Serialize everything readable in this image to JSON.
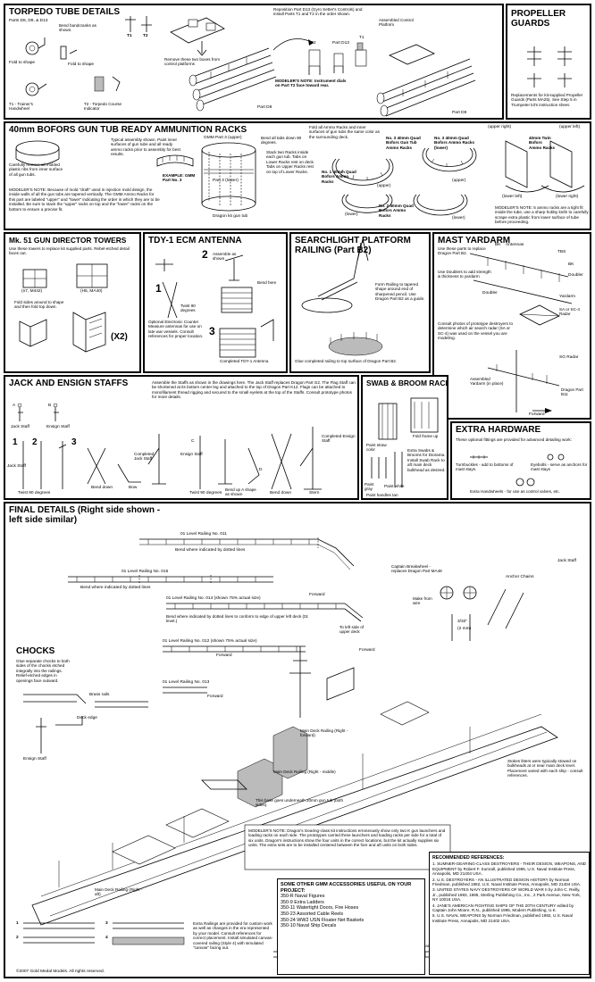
{
  "torpedo": {
    "title": "TORPEDO TUBE DETAILS",
    "subtitle": "Parts D8, D9, & D13",
    "bend_handcranks": "Bend handcranks as shown.",
    "fold_to_shape": "Fold to shape",
    "fold_to_shape_2": "Fold to shape",
    "t1": "T1",
    "t2": "T2",
    "t1_caption": "T1 - Trainer's Handwheel",
    "t2_caption": "T2 - Torpedo Course Indicator",
    "remove_note": "Remove these two boxes from control platforms",
    "reposition_note": "Reposition Part D13 (Gyro Setter's Controls) and install Parts T1 and T2 in the order shown.",
    "part_d13": "Part D13",
    "t2b": "T2",
    "t1b": "T1",
    "assembled_platform": "Assembled Control Platform",
    "modelers_note": "MODELER'S NOTE: Instrument dials on Part T2 face toward rear.",
    "part_d8": "Part D8",
    "part_d9": "Part D9"
  },
  "propeller": {
    "title": "PROPELLER GUARDS",
    "note": "Replacements for kit-supplied Propeller Guards (Parts MA25). See Step 5 in Trumpeter kit's instruction sheet."
  },
  "bofors": {
    "title": "40mm BOFORS GUN TUB READY AMMUNITION RACKS",
    "remove_ribs": "Carefully remove all molded plastic ribs from inner surface of all gun tubs.",
    "typical": "Typical assembly shown. Paint inner surfaces of gun tube and all ready ammo racks prior to assembly for best results.",
    "gmm_part3": "GMM Part 3 (upper)",
    "bend_all": "Bend all tabs down 90 degrees.",
    "part3_lower": "Part 3 (lower)",
    "example": "EXAMPLE: GMM Part No. 3",
    "dragon_gun_tub": "Dragon kit gun tub",
    "modelers_note": "MODELER'S NOTE: Because of mold \"draft\" used in injection mold design, the inside walls of all the gun tubs are tapered vertically. The GMM Ammo Racks for this part are labeled \"upper\" and \"lower\" indicating the order in which they are to be installed. Be sure to stack the \"upper\" racks on top and the \"lower\" racks on the bottom to ensure a precise fit.",
    "stack_two": "Stack two Racks inside each gun tub. Tabs on Lower Racks rest on deck. Tabs on Upper Racks rest on top of Lower Racks.",
    "fold_all": "Fold all Ammo Racks and inner surfaces of gun tubs the same color as the surrounding deck.",
    "no3a": "No. 3 40mm Quad Bofors Gun Tub Ammo Racks",
    "no3b": "No. 3 40mm Quad Bofors Ammo Racks (lower)",
    "no1": "No. 1 40mm Quad Bofors Ammo Racks",
    "no2": "No. 2 40mm Quad Bofors Ammo Racks",
    "upper": "(upper)",
    "upper2": "(upper)",
    "lower": "(lower)",
    "lower2": "(lower)",
    "upper_right": "(upper right)",
    "upper_left": "(upper left)",
    "twin": "40mm Twin Bofors Ammo Racks",
    "lower_left": "(lower left)",
    "lower_right": "(lower right)",
    "right_note": "MODELER'S NOTE: 5 ammo racks are a tight fit inside the tube, use a sharp hobby knife to carefully scrape extra plastic from lower surface of tube before proceeding."
  },
  "mk51": {
    "title": "Mk. 51 GUN DIRECTOR TOWERS",
    "note": "Use these towers to replace kit supplied parts. Rebel-etched detail faces out.",
    "n7": "(n7, M442)",
    "h5": "(H5, MA40)",
    "fold": "Fold sides around to shape and then fold top down.",
    "x2": "(X2)"
  },
  "tdy": {
    "title": "TDY-1 ECM ANTENNA",
    "n1": "1",
    "n2": "2",
    "n3": "3",
    "assemble": "Assemble as shown",
    "twist": "Twist 90 degrees",
    "bend_here": "Bend here",
    "optional": "Optional Electronic Counter Measure antennas for use on late war vessels. Consult references for proper location.",
    "completed": "Completed TDY-1 Antenna"
  },
  "searchlight": {
    "title": "SEARCHLIGHT PLATFORM RAILING (Part B2)",
    "form": "Form Railing to tapered shape around end of sharpened pencil. Use Dragon Part B2 as a guide.",
    "glue": "Glue completed railing to top surface of Dragon Part B2."
  },
  "mast": {
    "title": "MAST YARDARM",
    "use": "Use these parts to replace Dragon Part B2.",
    "bk1": "BK",
    "antennas": "Antennas",
    "tbs": "TBS",
    "bk2": "BK",
    "doubler": "Doubler",
    "use_doublers": "Use Doublers to add strength & thickness to yardarm",
    "doubler2": "Doubler",
    "yardarm": "Yardarm",
    "sa_radar": "SA or SC-4 Radar",
    "consult": "Consult photos of prototype destroyers to determine which air search radar (SA or SC-4) was used on the vessel you are modeling.",
    "sg": "SG Radar",
    "assembled": "Assembled Yardarm (in place)",
    "dragon_b11": "Dragon Part B11",
    "forward": "Forward"
  },
  "jack": {
    "title": "JACK AND ENSIGN STAFFS",
    "desc": "Assemble the Staffs as shown in the drawings here. The Jack Staff replaces Dragon Part G2. The Flag Staff can be shortened at its bottom center leg and attached to the top of Dragon Part K12. Flags can be attached to monofilament thread rigging and secured to the small eyelets at the top of the Staffs. Consult prototype photos for more details.",
    "jack_staff": "Jack Staff",
    "ensign_staff": "Ensign Staff",
    "twist": "Twist 90 degrees",
    "bend_down": "Bend down",
    "bow": "Bow",
    "completed_jack": "Completed Jack Staff",
    "ensign2": "Ensign Staff",
    "twist2": "Twist 90 degrees",
    "bend_up": "Bend up A shape as shown",
    "bend_down2": "Bend down",
    "stern": "Stern",
    "completed_ensign": "Completed Ensign Staff",
    "a": "A",
    "b": "B",
    "c": "C",
    "d": "D",
    "n1": "1",
    "n2": "2",
    "n3": "3"
  },
  "swab": {
    "title": "SWAB & BROOM RACK",
    "straw": "Paint straw color",
    "fold": "Fold frame up",
    "gray": "Paint gray",
    "white": "Paint white",
    "extra": "Extra Swabs & Brooms for Diorama. Install Swab Rack to aft main deck bulkhead as desired.",
    "tan": "Paint handles tan"
  },
  "extra": {
    "title": "EXTRA HARDWARE",
    "note": "These optional fittings are provided for advanced detailing work:",
    "turnbuckles": "Turnbuckles - add to bottoms of mast stays.",
    "eyebolts": "Eyebolts - serve as anchors for mast stays",
    "handwheels": "Extra Handwheels - for use as control valves, etc."
  },
  "final": {
    "title": "FINAL DETAILS  (Right side shown -",
    "title2": "left side similar)",
    "r011": "01 Level Railing  No. 011",
    "bend_dotted": "Bend where indicated by dotted lines",
    "r015": "01 Level Railing  No. 015",
    "bend_dotted2": "Bend where indicated by dotted lines",
    "r014": "01 Level Railing  No. 014  (shown 75% actual size)",
    "bend_edge": "Bend where indicated by dotted lines to conform to edge of upper left deck (01 level.)",
    "left_side": "To left side of upper deck",
    "forward1": "Forward",
    "r012": "01 Level Railing  No. 012  (shown 75% actual size)",
    "forward2": "Forward",
    "r013": "01 Level Railing  No. 013",
    "forward3": "Forward",
    "captain": "Captain Breakwheel - replaces Dragon Part MA48",
    "make": "Make from wire",
    "dim1": "3/32\"",
    "dim2": "(2 mm)",
    "anchor": "Anchor Chains",
    "jack": "Jack Staff",
    "forward4": "Forward",
    "chocks": "CHOCKS",
    "chocks_note": "Glue separate chocks to both sides of the chocks etched integrally into the railings. Relief-etched edges in openings face outward.",
    "brass": "Brass rails",
    "deck_edge": "Deck edge",
    "ensign": "Ensign Staff",
    "mdr_fwd": "Main Deck Railing (Right - forward)",
    "stokes": "Stokes litters were typically stowed on bulkheads at or near main deck level. Placement varied with each ship - consult references.",
    "mdr_mid": "Main Deck Railing (Right - middle)",
    "base": "This base goes underneath 20mm gun tub (both sides).",
    "bow_rail": "Bow Main Deck Railing (Right) - shown 75% actual size",
    "forward5": "Forward",
    "mdr_aft": "Main Deck Railing (Right - aft)",
    "mod_note": "MODELER'S NOTE: Dragon's Gearing-class kit instructions erroneously show only two K gun launchers and loading racks on each side. The prototypes carried three launchers and loading racks per side for a total of six units. Dragon's instructions show the four units in the correct locations, but the kit actually supplies six units. The extra sets are to be installed centered between the fore and aft units on both sides.",
    "extra_rail": "Extra Railings are provided for custom work as well as changes in the era represented by your model. Consult references for correct placement. Install simulated canvas-covered railing (Style 4) with simulated \"canvas\" facing out.",
    "n1": "1",
    "n2": "2",
    "n3": "3",
    "n4": "4",
    "copyright": "©2007 Gold Medal Models. All rights reserved."
  },
  "accessories": {
    "title": "SOME OTHER GMM ACCESSORIES USEFUL ON YOUR PROJECT:",
    "items": [
      "350-R Naval Figures",
      "350-9 Extra Ladders",
      "350-11 Watertight Doors, Fire Hoses",
      "350-23 Assorted Cable Reels",
      "350-24 WW2 USN Floater Net Baskets",
      "350-10 Naval Ship Decals"
    ]
  },
  "refs": {
    "title": "RECOMMENDED REFERENCES:",
    "items": [
      "1. SUMNER-GEARING-CLASS DESTROYERS - THEIR DESIGN, WEAPONS, AND EQUIPMENT by Robert F. Sumrall, published 1995, U.S. Naval Institute Press, Annapolis, MD 21404 USA.",
      "2. U.S. DESTROYERS - AN ILLUSTRATED DESIGN HISTORY by Norman Friedman, published 1982, U.S. Naval Institute Press, Annapolis, MD 21404 USA.",
      "3. UNITED STATES NAVY DESTROYERS OF WORLD WAR II by John C. Reilly, Jr., published 1983, 1985, Sterling Publishing Co., Inc., 2 Park Avenue, New York, NY 10016 USA.",
      "4. JANE'S AMERICAN FIGHTING SHIPS OF THE 20TH CENTURY edited by Captain John Moore, R.N., published 1995, Modern Publishing, U.K.",
      "5. U.S. NAVAL WEAPONS by Norman Friedman, published 1982, U.S. Naval Institute Press, Annapolis, MD 21402 USA."
    ]
  }
}
